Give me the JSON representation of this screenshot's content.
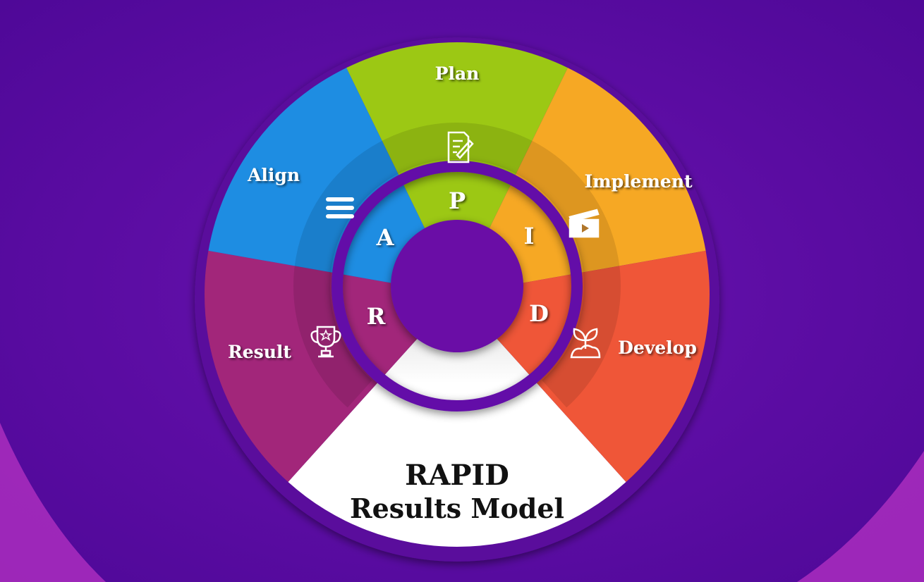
{
  "title": {
    "line1": "RAPID",
    "line2": "Results Model"
  },
  "colors": {
    "background": "#5b0aa2",
    "ring": "#6410a8",
    "center": "#6a10a6",
    "bottom": "#ffffff"
  },
  "segments": [
    {
      "key": "plan",
      "label": "Plan",
      "letter": "P",
      "icon": "document-pencil-icon",
      "color": "#9cc814"
    },
    {
      "key": "implement",
      "label": "Implement",
      "letter": "I",
      "icon": "clapperboard-icon",
      "color": "#f6a824"
    },
    {
      "key": "develop",
      "label": "Develop",
      "letter": "D",
      "icon": "plant-sprout-icon",
      "color": "#ef5638"
    },
    {
      "key": "result",
      "label": "Result",
      "letter": "R",
      "icon": "trophy-icon",
      "color": "#a2267a"
    },
    {
      "key": "align",
      "label": "Align",
      "letter": "A",
      "icon": "menu-lines-icon",
      "color": "#1e8de2"
    }
  ]
}
